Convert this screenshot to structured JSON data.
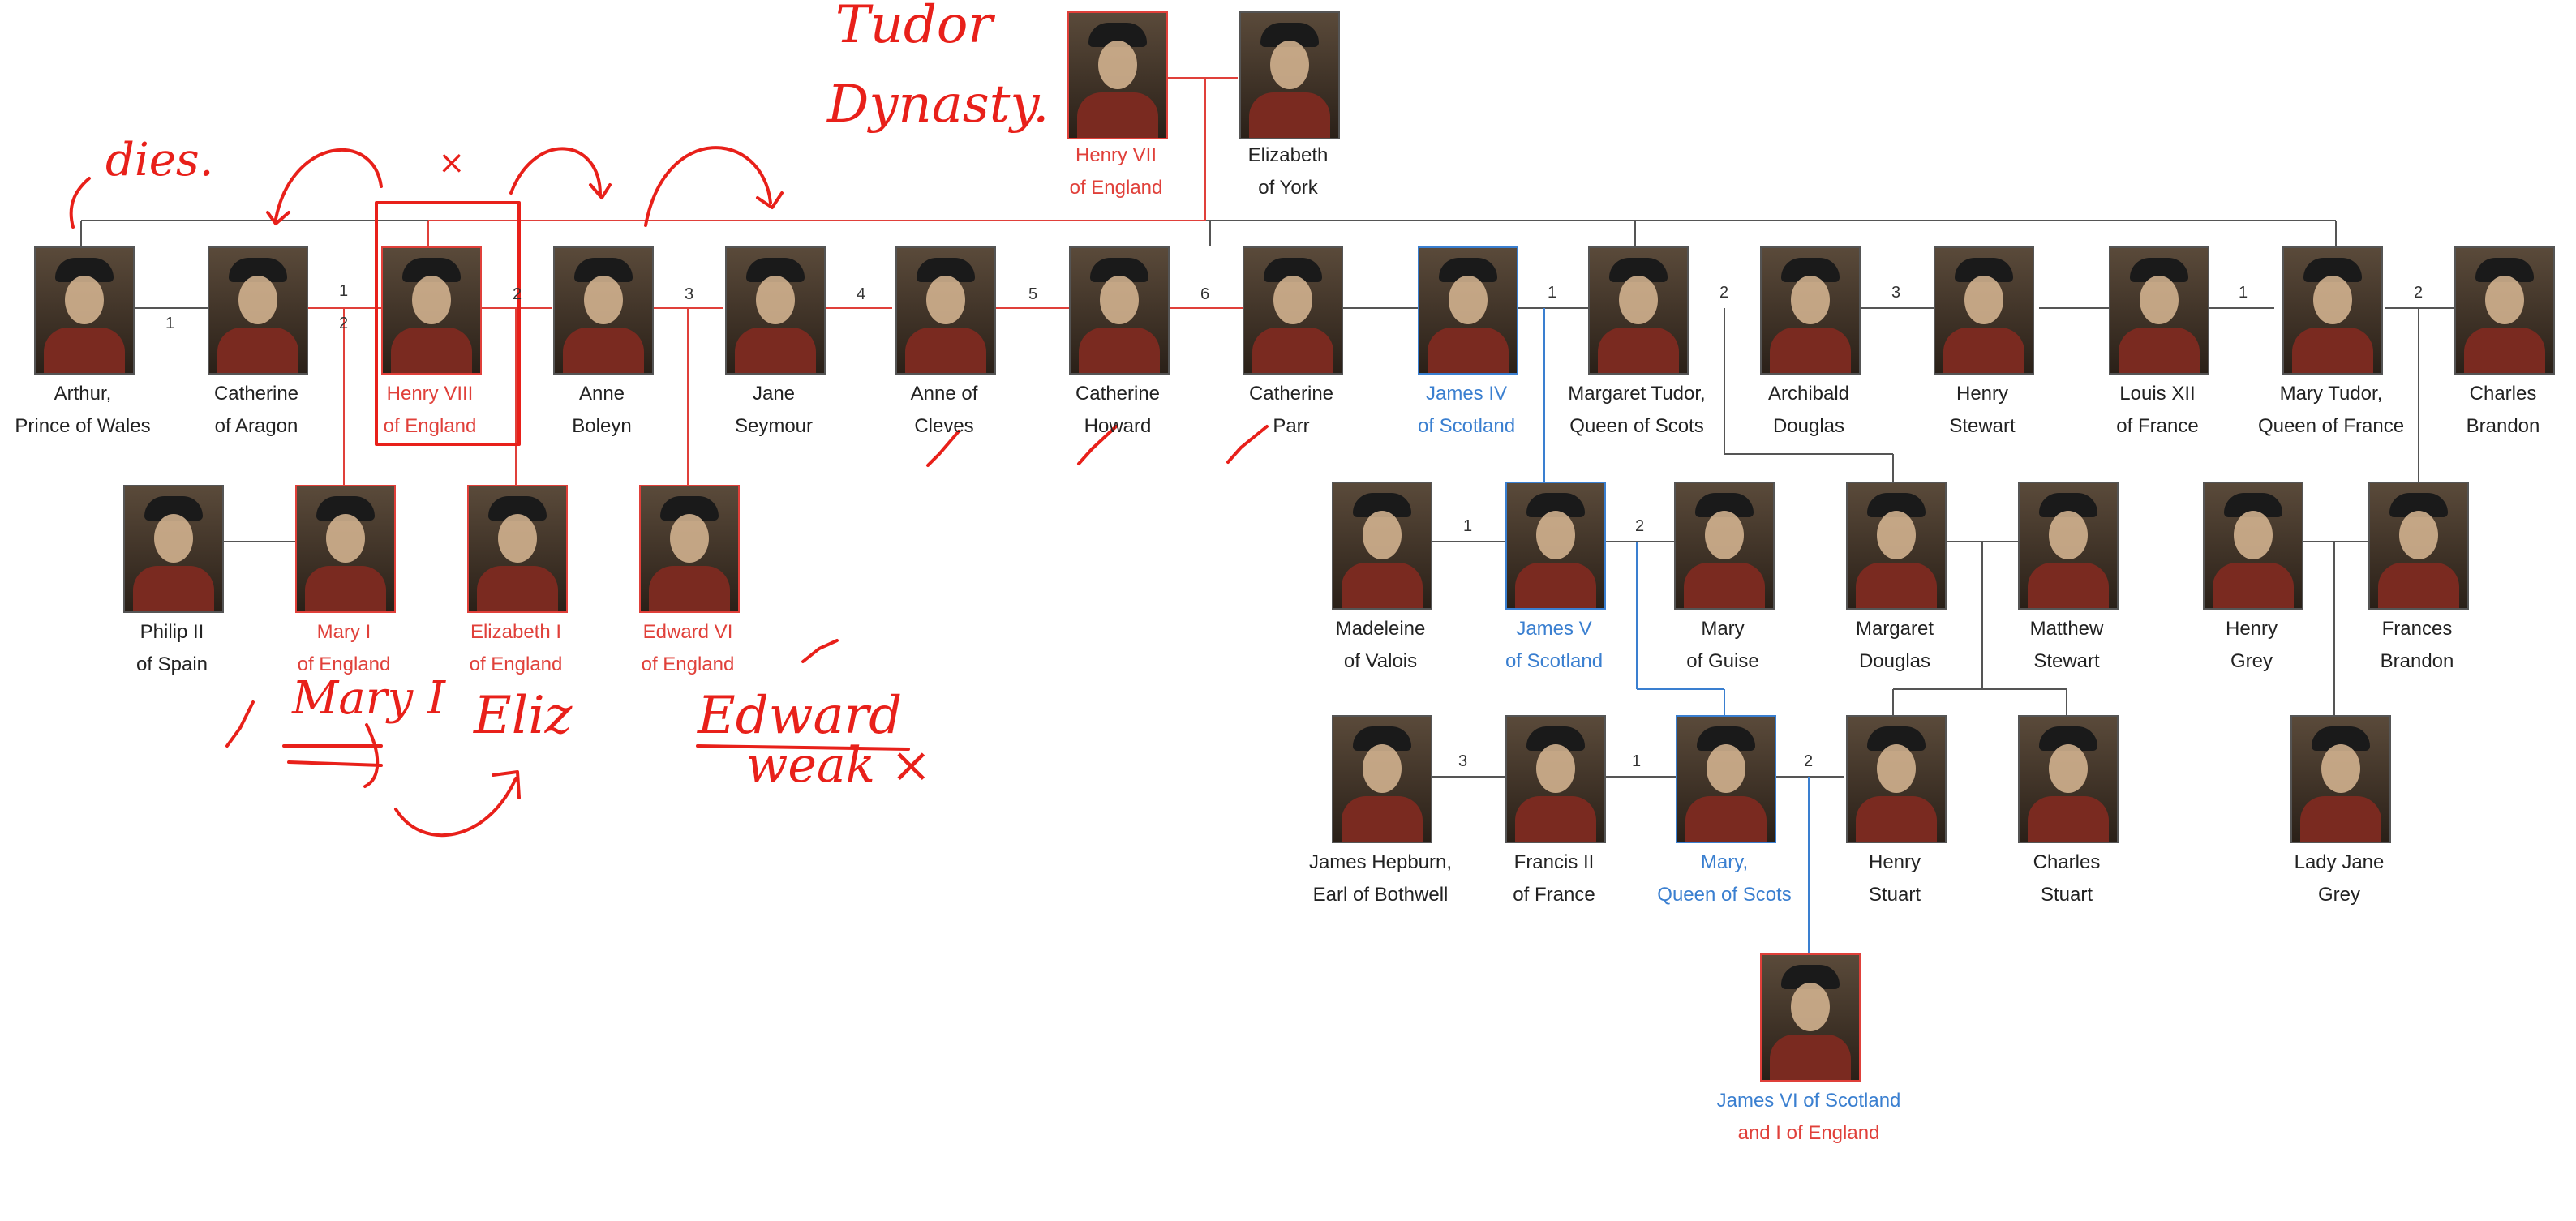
{
  "title_handwritten": [
    "Tudor",
    "Dynasty."
  ],
  "annotations": {
    "dies": "dies.",
    "cross_top": "×",
    "mary": "Mary I",
    "eliz": "Eliz",
    "edward": "Edward",
    "weak": "weak ×",
    "check": "✓"
  },
  "colors": {
    "red": "#e0403a",
    "blue": "#3a7fd0",
    "ink": "#e8201a"
  },
  "persons": {
    "henry7": [
      "Henry VII",
      "of England"
    ],
    "elizabeth_york": [
      "Elizabeth",
      "of York"
    ],
    "arthur": [
      "Arthur,",
      "Prince of Wales"
    ],
    "catherine_aragon": [
      "Catherine",
      "of Aragon"
    ],
    "henry8": [
      "Henry VIII",
      "of England"
    ],
    "anne_boleyn": [
      "Anne",
      "Boleyn"
    ],
    "jane_seymour": [
      "Jane",
      "Seymour"
    ],
    "anne_cleves": [
      "Anne of",
      "Cleves"
    ],
    "catherine_howard": [
      "Catherine",
      "Howard"
    ],
    "catherine_parr": [
      "Catherine",
      "Parr"
    ],
    "james4": [
      "James IV",
      "of Scotland"
    ],
    "margaret_tudor": [
      "Margaret Tudor,",
      "Queen of Scots"
    ],
    "archibald": [
      "Archibald",
      "Douglas"
    ],
    "henry_stewart": [
      "Henry",
      "Stewart"
    ],
    "louis12": [
      "Louis XII",
      "of France"
    ],
    "mary_tudor": [
      "Mary Tudor,",
      "Queen of France"
    ],
    "charles_brandon": [
      "Charles",
      "Brandon"
    ],
    "philip2": [
      "Philip II",
      "of Spain"
    ],
    "mary1": [
      "Mary I",
      "of England"
    ],
    "elizabeth1": [
      "Elizabeth I",
      "of England"
    ],
    "edward6": [
      "Edward VI",
      "of England"
    ],
    "madeleine": [
      "Madeleine",
      "of Valois"
    ],
    "james5": [
      "James V",
      "of Scotland"
    ],
    "mary_guise": [
      "Mary",
      "of Guise"
    ],
    "margaret_douglas": [
      "Margaret",
      "Douglas"
    ],
    "matthew_stewart": [
      "Matthew",
      "Stewart"
    ],
    "henry_grey": [
      "Henry",
      "Grey"
    ],
    "frances_brandon": [
      "Frances",
      "Brandon"
    ],
    "bothwell": [
      "James Hepburn,",
      "Earl of Bothwell"
    ],
    "francis2": [
      "Francis II",
      "of France"
    ],
    "mary_scots": [
      "Mary,",
      "Queen of Scots"
    ],
    "henry_stuart": [
      "Henry",
      "Stuart"
    ],
    "charles_stuart": [
      "Charles",
      "Stuart"
    ],
    "jane_grey": [
      "Lady Jane",
      "Grey"
    ],
    "james6": [
      "James VI of Scotland",
      "and I of England"
    ]
  },
  "marriage_numbers": {
    "henry8_1": "1",
    "henry8_2": "2",
    "henry8_3": "3",
    "henry8_4": "4",
    "henry8_5": "5",
    "henry8_6": "6",
    "arthur_1": "1",
    "margaret_1": "1",
    "margaret_2": "2",
    "margaret_3": "3",
    "mary_tudor_1": "1",
    "mary_tudor_2": "2",
    "henry8_2b": "2",
    "james5_1": "1",
    "james5_2": "2",
    "mary_scots_1": "1",
    "mary_scots_2": "2",
    "mary_scots_3": "3"
  }
}
